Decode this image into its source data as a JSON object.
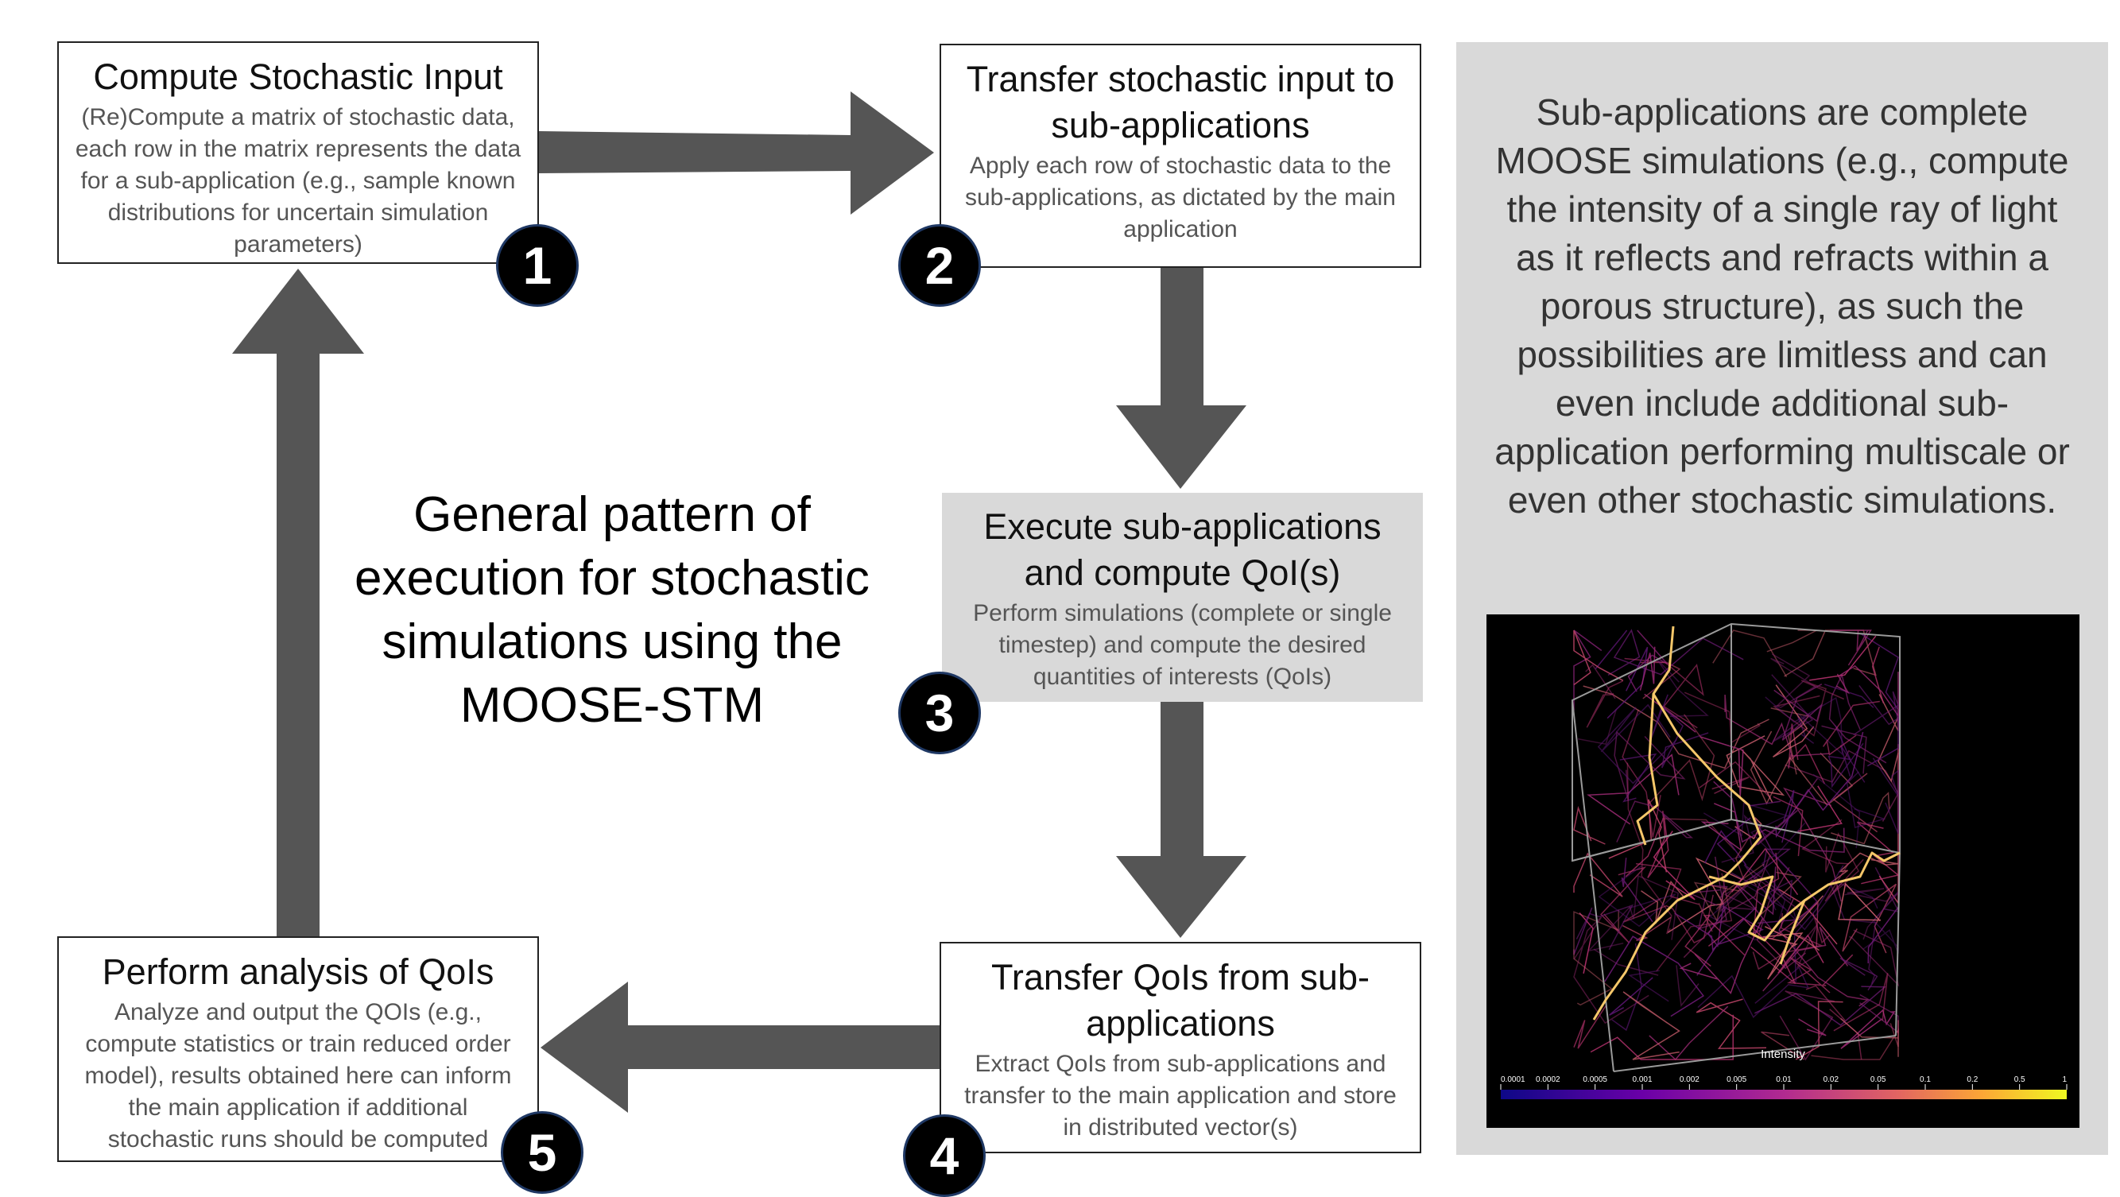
{
  "steps": [
    {
      "number": "1",
      "title": "Compute Stochastic Input",
      "description": "(Re)Compute a matrix of stochastic data, each row in the matrix represents the data for a sub-application (e.g., sample known distributions for uncertain simulation parameters)"
    },
    {
      "number": "2",
      "title": "Transfer stochastic input to sub-applications",
      "description": "Apply each row of stochastic data to the sub-applications, as dictated by the main application"
    },
    {
      "number": "3",
      "title": "Execute sub-applications and compute QoI(s)",
      "description": "Perform simulations (complete or single timestep) and compute the desired quantities of interests (QoIs)"
    },
    {
      "number": "4",
      "title": "Transfer QoIs from sub-applications",
      "description": "Extract QoIs from sub-applications and transfer to the main application and store in distributed vector(s)"
    },
    {
      "number": "5",
      "title": "Perform analysis of QoIs",
      "description": "Analyze and output the QOIs (e.g., compute statistics or train reduced order model), results obtained here can inform the main application if additional stochastic runs should be computed"
    }
  ],
  "center_title": "General pattern of execution for stochastic simulations using the MOOSE-STM",
  "side_panel": {
    "text": "Sub-applications are complete MOOSE simulations (e.g., compute the intensity of a single ray of light as it reflects and refracts within a porous structure), as such the possibilities are limitless and can even include additional sub-application performing multiscale or even other stochastic simulations."
  },
  "sim_image": {
    "colorbar_title": "Intensity",
    "colorbar_ticks": [
      "0.0001",
      "0.0002",
      "0.0005",
      "0.001",
      "0.002",
      "0.005",
      "0.01",
      "0.02",
      "0.05",
      "0.1",
      "0.2",
      "0.5",
      "1"
    ]
  },
  "colors": {
    "arrow": "#555555",
    "panel": "#d9d9d9",
    "badge": "#000000"
  }
}
